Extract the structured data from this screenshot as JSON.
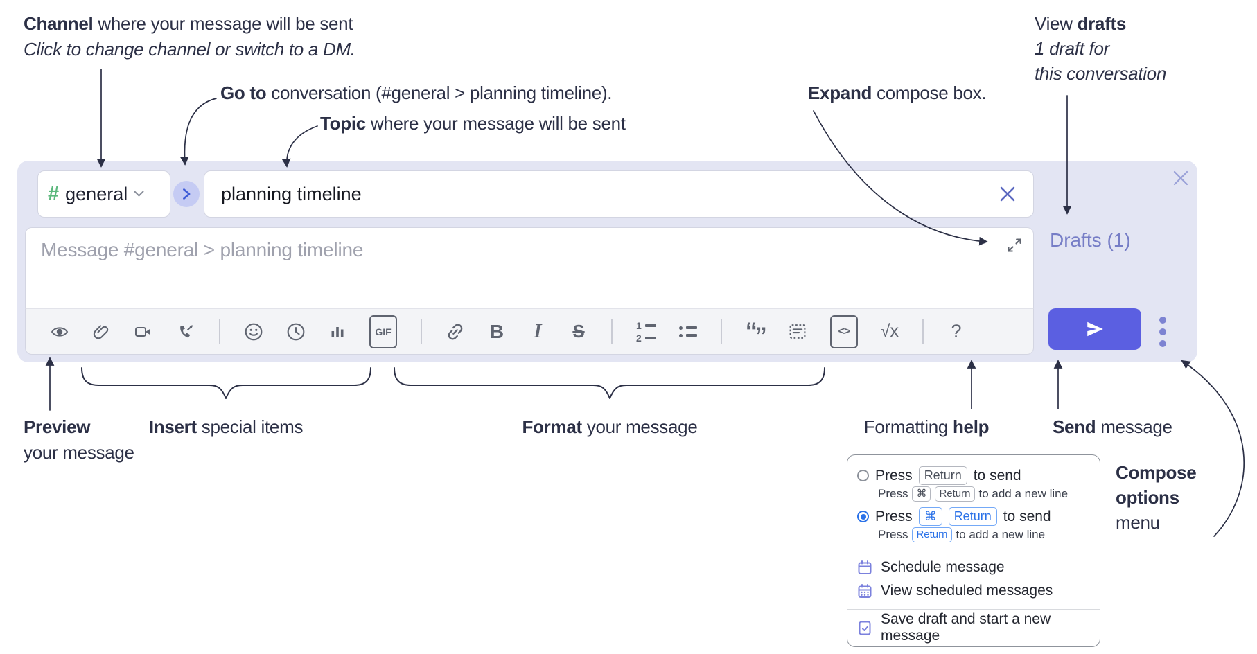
{
  "colors": {
    "compose_bg": "#e3e5f3",
    "send_accent": "#5b5fe1",
    "drafts_link": "#767dc6",
    "channel_hash_green": "#5bb87c",
    "annotation_ink": "#2c3046",
    "key_blue": "#2b72e8",
    "icon_gray": "#5f6470",
    "circle_button_bg": "#c5cbf3",
    "circle_chevron_blue": "#3e5bd7"
  },
  "annotations": {
    "channel": {
      "bold": "Channel",
      "rest": " where your message will be sent",
      "sub": "Click to change channel or switch to a DM."
    },
    "goto": {
      "bold": "Go to",
      "rest": " conversation (#general > planning timeline)."
    },
    "topic": {
      "bold": "Topic",
      "rest": " where your message will be sent"
    },
    "expand": {
      "bold": "Expand",
      "rest": " compose box."
    },
    "view_drafts": {
      "pre": "View ",
      "bold": "drafts",
      "line2": "1 draft for",
      "line3": "this conversation"
    },
    "preview": {
      "bold": "Preview",
      "line2": "your message"
    },
    "insert": {
      "bold": "Insert",
      "rest": " special items"
    },
    "format": {
      "bold": "Format",
      "rest": " your message"
    },
    "formatting_help": {
      "pre": "Formatting ",
      "bold": "help"
    },
    "send": {
      "bold": "Send",
      "rest": " message"
    },
    "compose_options": {
      "bold_line1": "Compose",
      "bold_line2": "options",
      "line3": "menu"
    }
  },
  "compose": {
    "channel_hash": "#",
    "channel_name": "general",
    "topic_value": "planning timeline",
    "message_placeholder": "Message #general > planning timeline",
    "drafts_label": "Drafts (1)"
  },
  "toolbar": {
    "icons": [
      "preview",
      "attach-file",
      "start-video-call",
      "start-audio-call",
      "emoji",
      "add-global-time",
      "add-poll",
      "add-gif",
      "link",
      "bold",
      "italic",
      "strikethrough",
      "numbered-list",
      "bulleted-list",
      "quote",
      "spoiler",
      "code",
      "math",
      "message-formatting-help"
    ],
    "bold_label": "B",
    "italic_label": "I",
    "strike_label": "S",
    "gif_label": "GIF",
    "code_label": "<>",
    "math_label": "√x",
    "help_label": "?",
    "ol_digit1": "1",
    "ol_digit2": "2",
    "quote_open": "“",
    "quote_close": "”"
  },
  "options_menu": {
    "option1": {
      "press": "Press",
      "key": "Return",
      "tail": "to send",
      "sub": {
        "press": "Press",
        "key_cmd": "⌘",
        "key_return": "Return",
        "tail": "to add a new line"
      }
    },
    "option2": {
      "press": "Press",
      "key_cmd": "⌘",
      "key_return": "Return",
      "tail": "to send",
      "sub": {
        "press": "Press",
        "key_return": "Return",
        "tail": "to add a new line"
      }
    },
    "items": [
      "Schedule message",
      "View scheduled messages",
      "Save draft and start a new message"
    ]
  }
}
